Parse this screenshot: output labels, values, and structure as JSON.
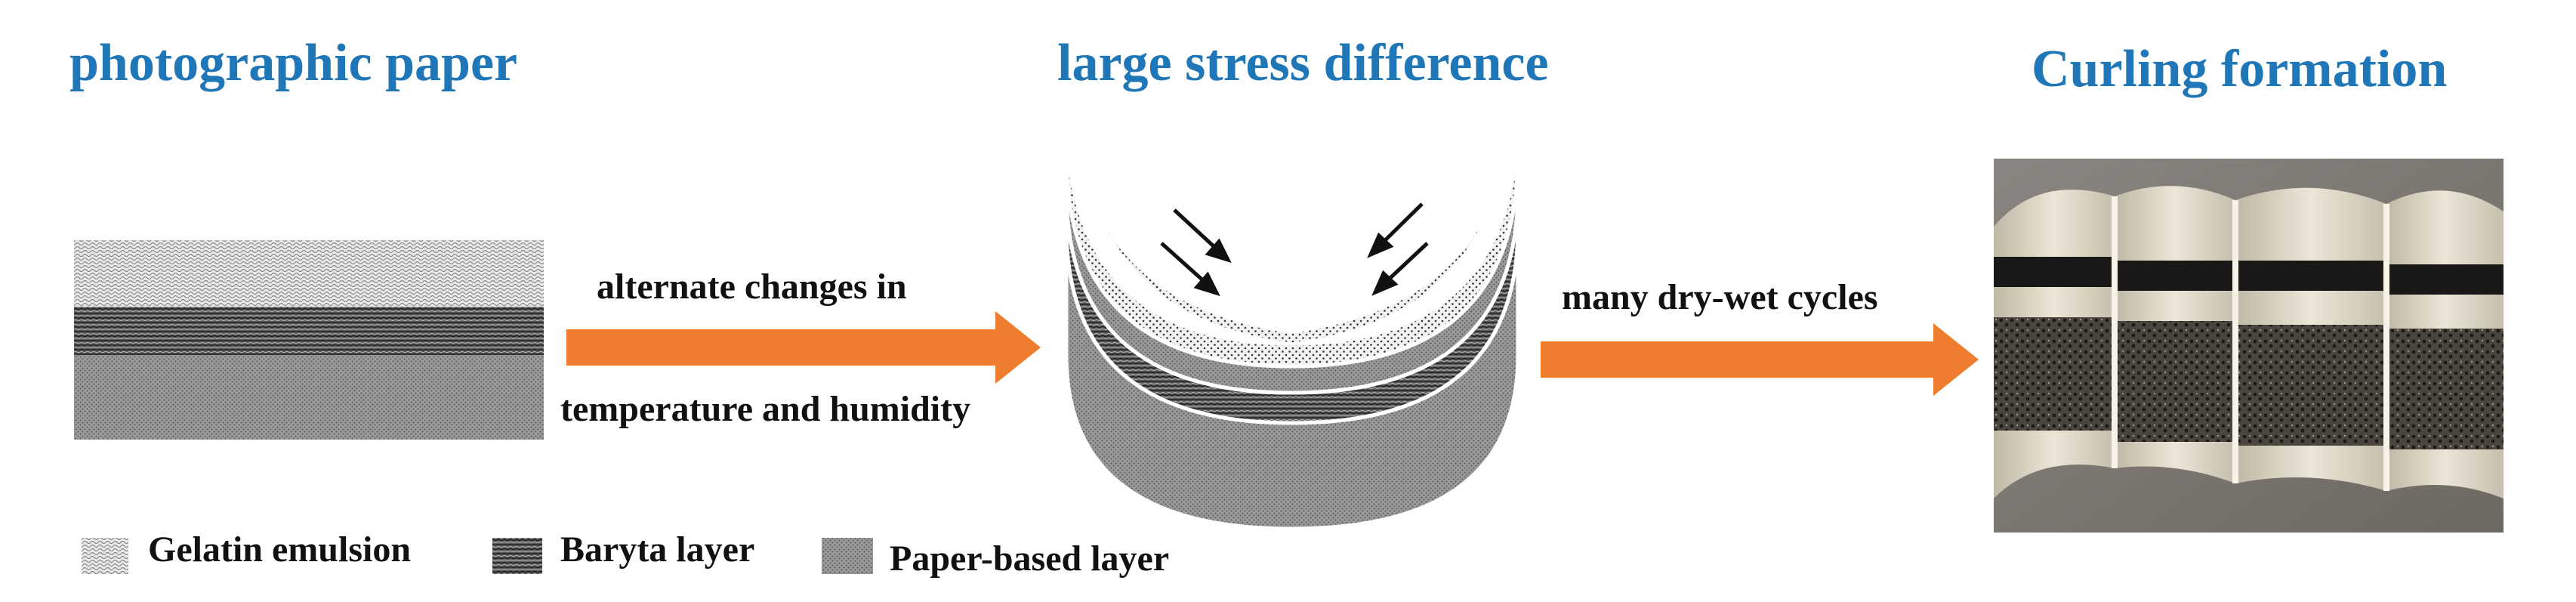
{
  "titles": {
    "left": "photographic paper",
    "middle": "large stress difference",
    "right": "Curling formation"
  },
  "arrow1": {
    "label_top": "alternate changes in",
    "label_bottom": "temperature and humidity"
  },
  "arrow2": {
    "label": "many dry-wet cycles"
  },
  "legend": {
    "items": [
      {
        "label": "Gelatin emulsion",
        "pattern": "gelatin"
      },
      {
        "label": "Baryta layer",
        "pattern": "baryta"
      },
      {
        "label": "Paper-based layer",
        "pattern": "paper"
      }
    ]
  },
  "colors": {
    "title": "#1f77b8",
    "arrow": "#ef7d2f"
  }
}
